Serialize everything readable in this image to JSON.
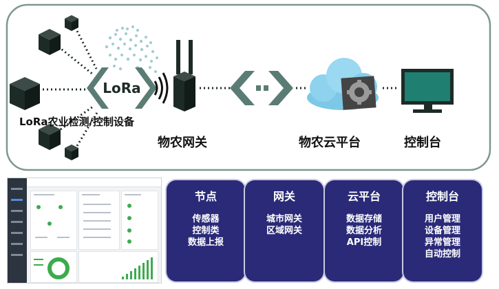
{
  "top_panel": {
    "lora_logo_text": "LoRa",
    "device_label": "LoRa农业检测/控制设备",
    "gateway_label": "物农网关",
    "cloud_label": "物农云平台",
    "console_label": "控制台"
  },
  "cards": [
    {
      "title": "节点",
      "items": [
        "传感器",
        "控制类",
        "数据上报"
      ]
    },
    {
      "title": "网关",
      "items": [
        "城市网关",
        "区域网关"
      ]
    },
    {
      "title": "云平台",
      "items": [
        "数据存储",
        "数据分析",
        "API控制"
      ]
    },
    {
      "title": "控制台",
      "items": [
        "用户管理",
        "设备管理",
        "异常管理",
        "自动控制"
      ]
    }
  ],
  "colors": {
    "border": "#7f9690",
    "cube": "#1d2b27",
    "arrow": "#5b7c74",
    "card_bg": "#2a2a78",
    "cloud": "#7cc8e6",
    "monitor_screen": "#1f7f71",
    "dashboard_green": "#3bab4d"
  },
  "icons": [
    "cube-icon",
    "lora-logo-icon",
    "radio-wave-icon",
    "gateway-antenna-icon",
    "chevron-left-icon",
    "chevron-right-icon",
    "cloud-gear-icon",
    "monitor-icon"
  ]
}
